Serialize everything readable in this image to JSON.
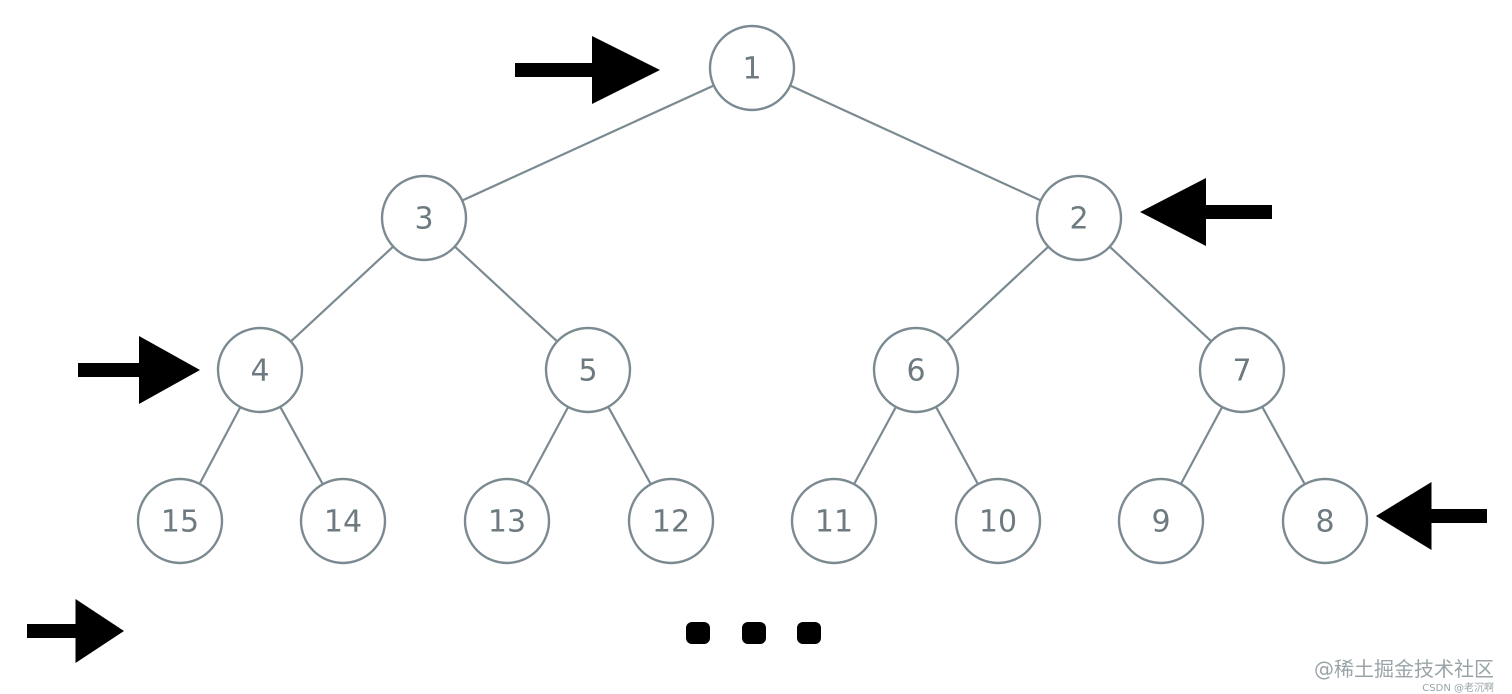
{
  "tree": {
    "nodes": [
      {
        "id": "n1",
        "label": "1"
      },
      {
        "id": "n3",
        "label": "3"
      },
      {
        "id": "n2",
        "label": "2"
      },
      {
        "id": "n4",
        "label": "4"
      },
      {
        "id": "n5",
        "label": "5"
      },
      {
        "id": "n6",
        "label": "6"
      },
      {
        "id": "n7",
        "label": "7"
      },
      {
        "id": "n15",
        "label": "15"
      },
      {
        "id": "n14",
        "label": "14"
      },
      {
        "id": "n13",
        "label": "13"
      },
      {
        "id": "n12",
        "label": "12"
      },
      {
        "id": "n11",
        "label": "11"
      },
      {
        "id": "n10",
        "label": "10"
      },
      {
        "id": "n9",
        "label": "9"
      },
      {
        "id": "n8",
        "label": "8"
      }
    ],
    "edges": [
      [
        "n1",
        "n3"
      ],
      [
        "n1",
        "n2"
      ],
      [
        "n3",
        "n4"
      ],
      [
        "n3",
        "n5"
      ],
      [
        "n2",
        "n6"
      ],
      [
        "n2",
        "n7"
      ],
      [
        "n4",
        "n15"
      ],
      [
        "n4",
        "n14"
      ],
      [
        "n5",
        "n13"
      ],
      [
        "n5",
        "n12"
      ],
      [
        "n6",
        "n11"
      ],
      [
        "n6",
        "n10"
      ],
      [
        "n7",
        "n9"
      ],
      [
        "n7",
        "n8"
      ]
    ],
    "colors": {
      "line": "#7b8a91",
      "label": "#6d7a80",
      "arrow": "#000000"
    }
  },
  "arrows": [
    {
      "name": "arrow-level-1",
      "direction": "right"
    },
    {
      "name": "arrow-level-2",
      "direction": "left"
    },
    {
      "name": "arrow-level-3",
      "direction": "right"
    },
    {
      "name": "arrow-level-4",
      "direction": "left"
    },
    {
      "name": "arrow-level-5",
      "direction": "right"
    }
  ],
  "watermark": {
    "main": "@稀土掘金技术社区",
    "sub": "CSDN @老沉啊"
  }
}
